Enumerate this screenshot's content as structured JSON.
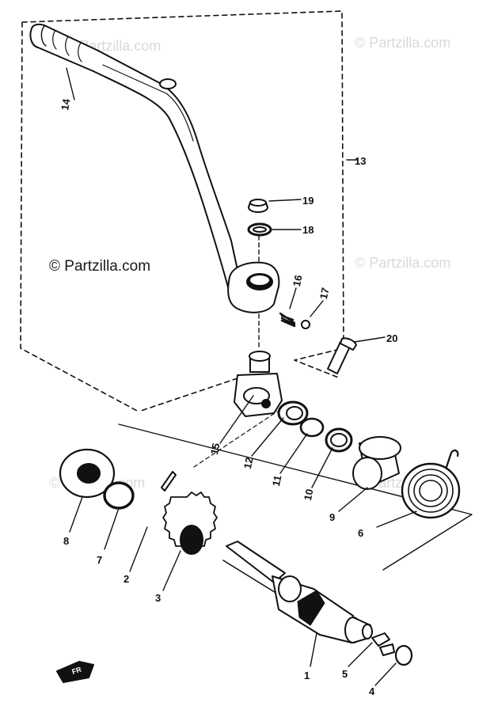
{
  "watermark": {
    "main": "© Partzilla.com",
    "faint": "© Partzilla.com"
  },
  "callouts": [
    {
      "id": "14",
      "label": "14"
    },
    {
      "id": "13",
      "label": "13"
    },
    {
      "id": "19",
      "label": "19"
    },
    {
      "id": "18",
      "label": "18"
    },
    {
      "id": "16",
      "label": "16"
    },
    {
      "id": "17",
      "label": "17"
    },
    {
      "id": "20",
      "label": "20"
    },
    {
      "id": "15",
      "label": "15"
    },
    {
      "id": "12",
      "label": "12"
    },
    {
      "id": "11",
      "label": "11"
    },
    {
      "id": "10",
      "label": "10"
    },
    {
      "id": "9",
      "label": "9"
    },
    {
      "id": "6",
      "label": "6"
    },
    {
      "id": "8",
      "label": "8"
    },
    {
      "id": "7",
      "label": "7"
    },
    {
      "id": "2",
      "label": "2"
    },
    {
      "id": "3",
      "label": "3"
    },
    {
      "id": "1",
      "label": "1"
    },
    {
      "id": "5",
      "label": "5"
    },
    {
      "id": "4",
      "label": "4"
    }
  ],
  "front_marker": "FR"
}
